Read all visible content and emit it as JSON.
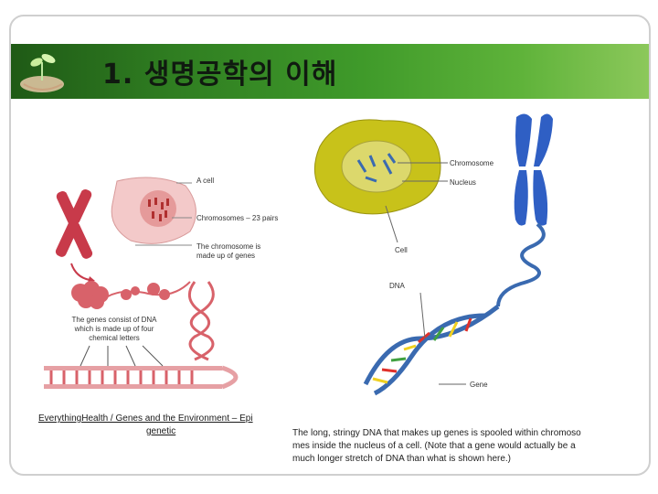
{
  "slide": {
    "title": "1. 생명공학의 이해"
  },
  "left_figure": {
    "labels": {
      "cell": "A cell",
      "chromosomes": "Chromosomes – 23 pairs",
      "chromosome_genes_l1": "The chromosome is",
      "chromosome_genes_l2": "made up of genes",
      "genes_dna_l1": "The genes consist of DNA",
      "genes_dna_l2": "which is made up of four",
      "genes_dna_l3": "chemical letters"
    },
    "source_line1": "EverythingHealth / Genes and the Environment – Epi",
    "source_line2": "genetic"
  },
  "right_figure": {
    "labels": {
      "chromosome": "Chromosome",
      "nucleus": "Nucleus",
      "cell": "Cell",
      "dna": "DNA",
      "gene": "Gene"
    },
    "caption_line1": "The long, stringy DNA that makes up genes is spooled within chromoso",
    "caption_line2": "mes inside the nucleus of a cell. (Note that a gene would actually be a",
    "caption_line3": "much longer stretch of DNA than what is shown here.)"
  }
}
